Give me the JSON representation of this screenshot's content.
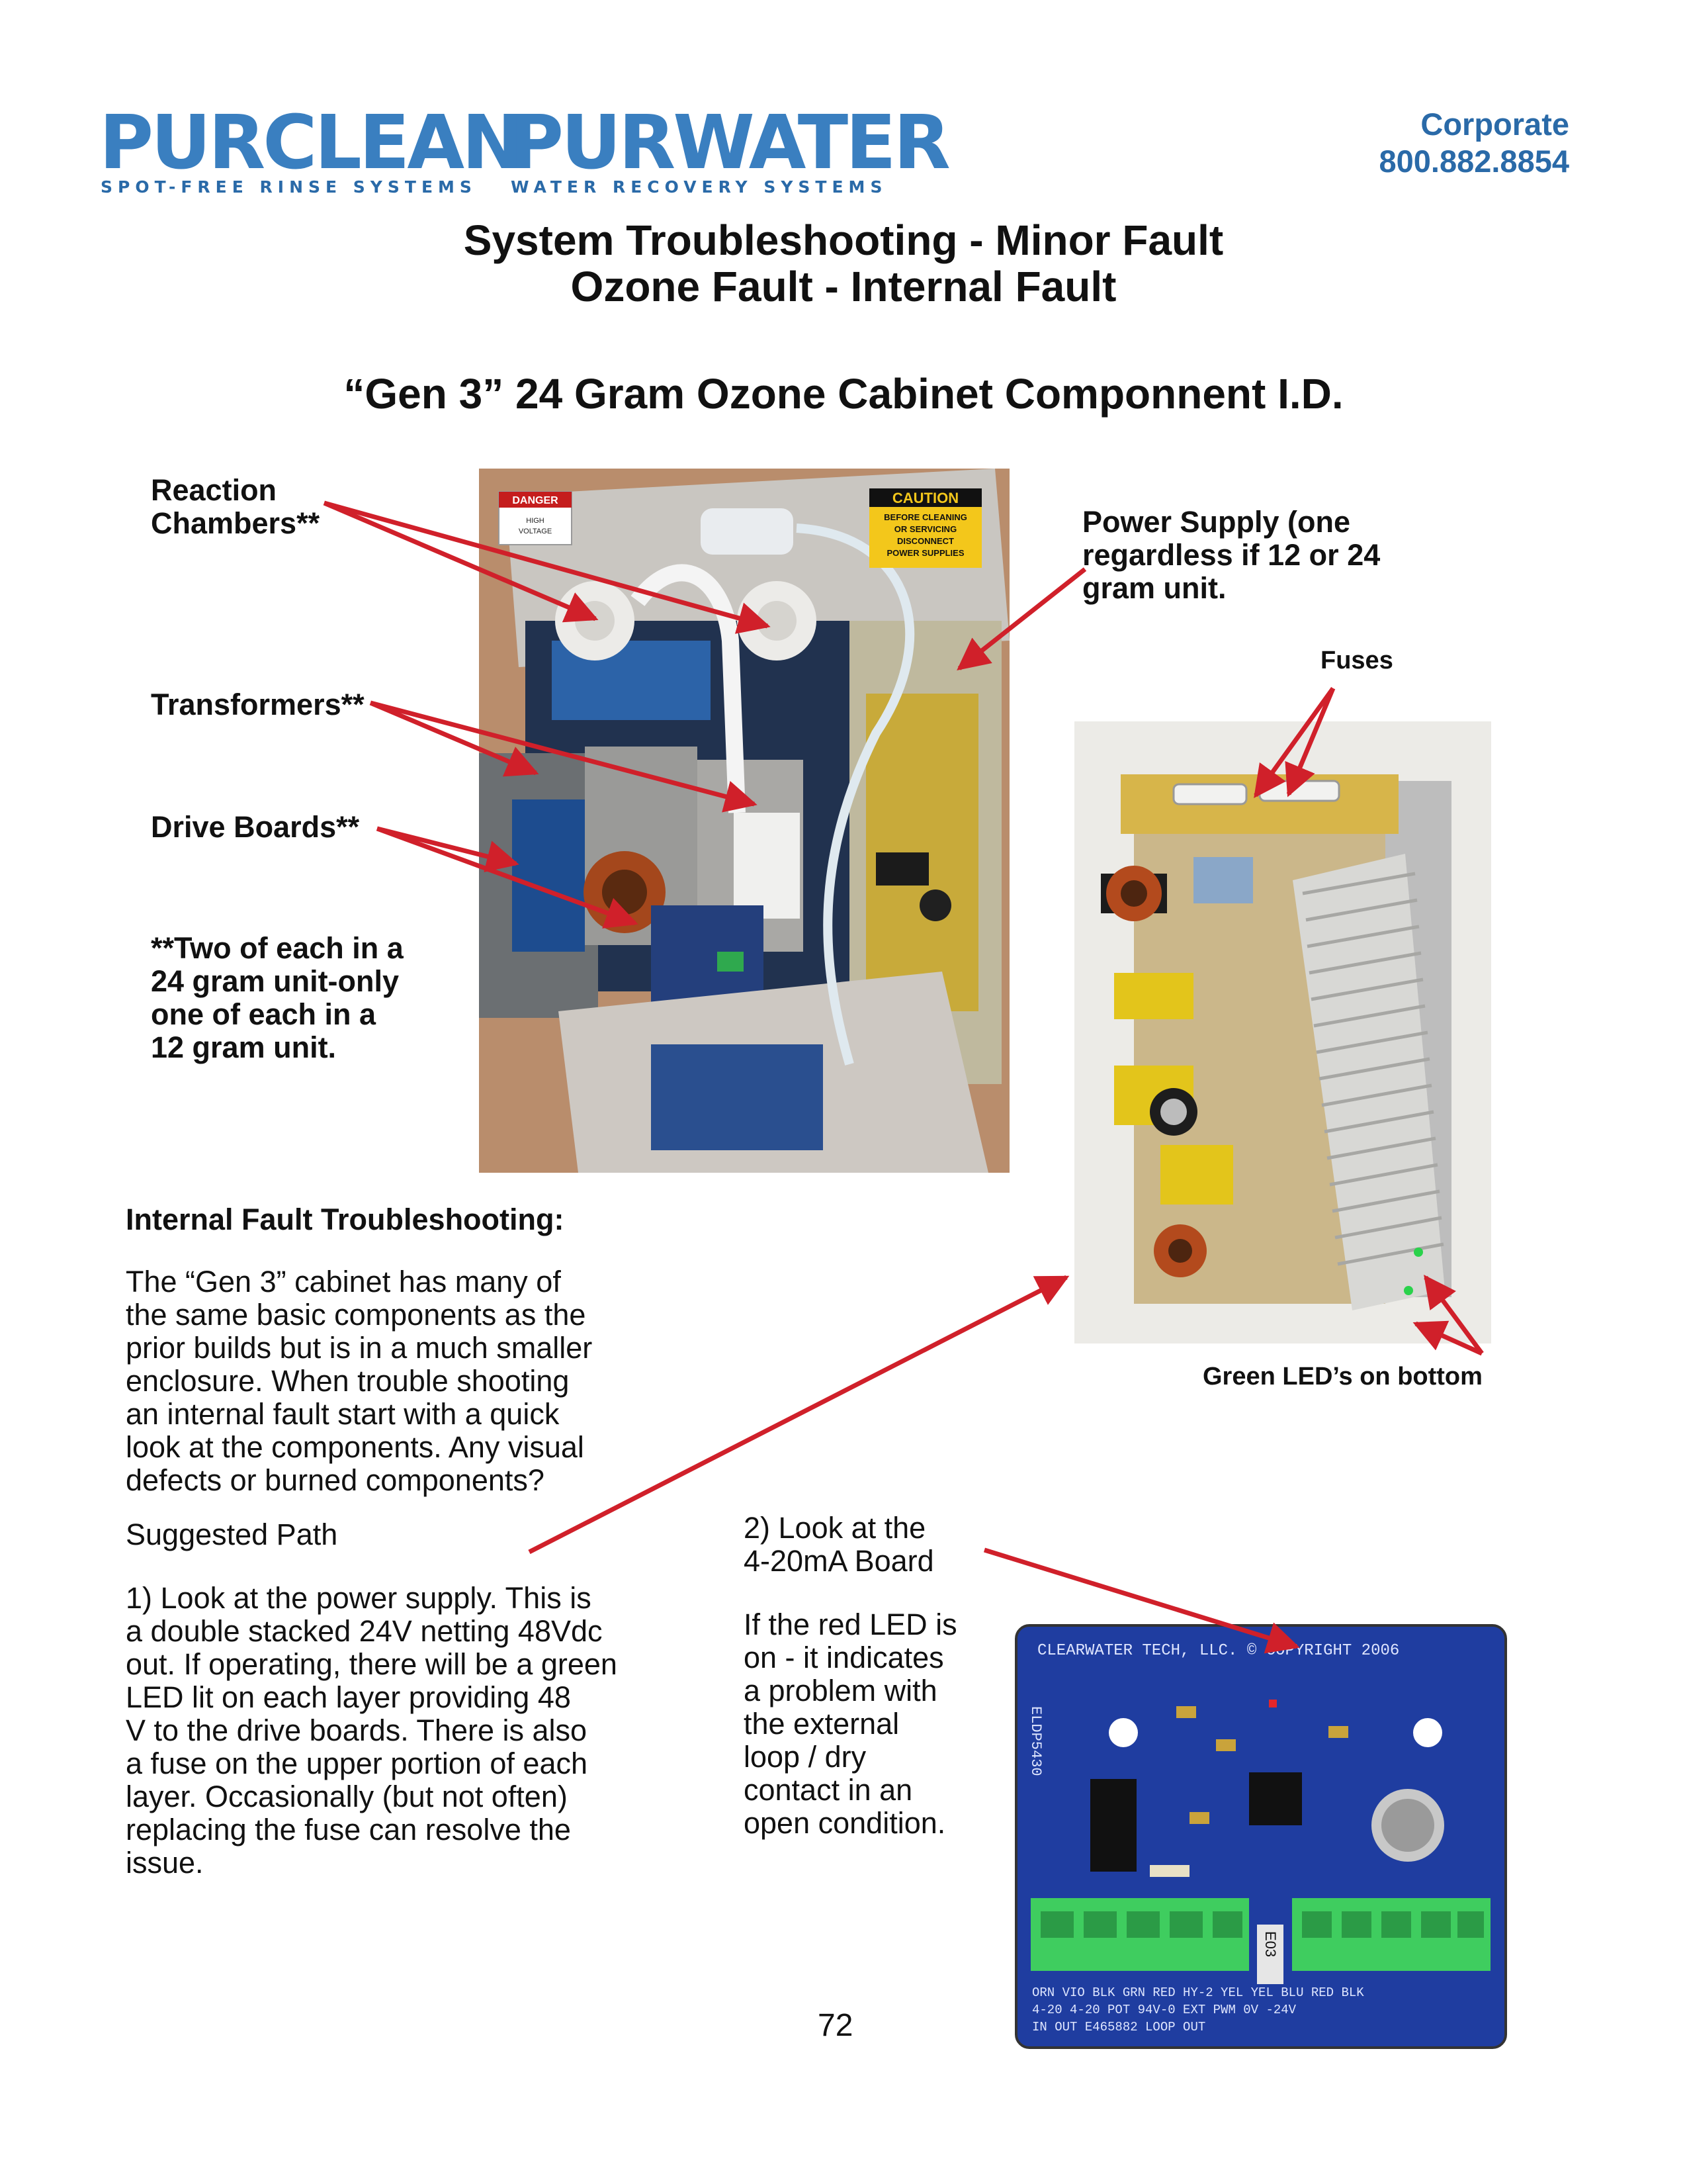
{
  "header": {
    "logo1": {
      "word_a": "PUR",
      "word_b": "CLEAN",
      "tagline": "SPOT-FREE RINSE SYSTEMS"
    },
    "logo2": {
      "word_a": "PUR",
      "word_b": "WATER",
      "tagline": "WATER RECOVERY SYSTEMS"
    },
    "contact": {
      "label": "Corporate",
      "phone": "800.882.8854"
    }
  },
  "titles": {
    "line1": "System Troubleshooting - Minor Fault",
    "line2": "Ozone Fault - Internal Fault",
    "subtitle": "“Gen 3” 24 Gram Ozone Cabinet Componnent I.D."
  },
  "callouts": {
    "reaction": [
      "Reaction",
      "Chambers**"
    ],
    "transformers": "Transformers**",
    "drive_boards": "Drive Boards**",
    "note": [
      "**Two of each in a",
      "24 gram unit-only",
      "one of each in a",
      "12 gram unit."
    ],
    "power_supply": [
      "Power Supply (one",
      "regardless if 12 or 24",
      "gram unit."
    ],
    "fuses": "Fuses",
    "green_leds": "Green LED’s on bottom"
  },
  "photo1_labels": {
    "danger": "DANGER",
    "high_voltage": [
      "HIGH",
      "VOLTAGE"
    ],
    "caution": "CAUTION",
    "caution_text": [
      "BEFORE CLEANING",
      "OR SERVICING",
      "DISCONNECT",
      "POWER SUPPLIES"
    ]
  },
  "board_labels": {
    "top": "CLEARWATER TECH, LLC. © COPYRIGHT 2006",
    "side": "ELDP5430",
    "rev": "E03",
    "terminals_row1": "ORN  VIO  BLK  GRN  RED   HY-2  YEL  YEL  BLU  RED  BLK",
    "terminals_row2": "4-20  4-20    POT      94V-0   EXT   PWM   0V   -24V",
    "terminals_row3": "IN   OUT              E465882  LOOP   OUT"
  },
  "internal_fault": {
    "heading": "Internal Fault Troubleshooting:",
    "paragraph": [
      "The “Gen 3” cabinet has many of",
      "the same basic components as the",
      "prior builds but is in a much smaller",
      "enclosure.  When trouble shooting",
      "an internal fault start with a quick",
      "look at the components. Any visual",
      "defects or burned components?"
    ],
    "suggested": "Suggested Path",
    "step1": [
      "1) Look at the power supply. This is",
      "a double stacked 24V netting 48Vdc",
      "out. If operating, there will be a green",
      "LED lit on each layer providing 48",
      "V to the drive boards. There is also",
      "a fuse on the upper portion of each",
      "layer. Occasionally (but not often)",
      "replacing the fuse can resolve the",
      "issue."
    ],
    "step2_title": [
      "2) Look at the",
      "4-20mA  Board"
    ],
    "step2_body": [
      "If the red LED is",
      "on - it indicates",
      "a problem with",
      "the external",
      "loop / dry",
      "contact in an",
      "open condition."
    ]
  },
  "page_number": "72",
  "colors": {
    "brand_blue": "#3a7fc0",
    "arrow_red": "#d0202a"
  }
}
